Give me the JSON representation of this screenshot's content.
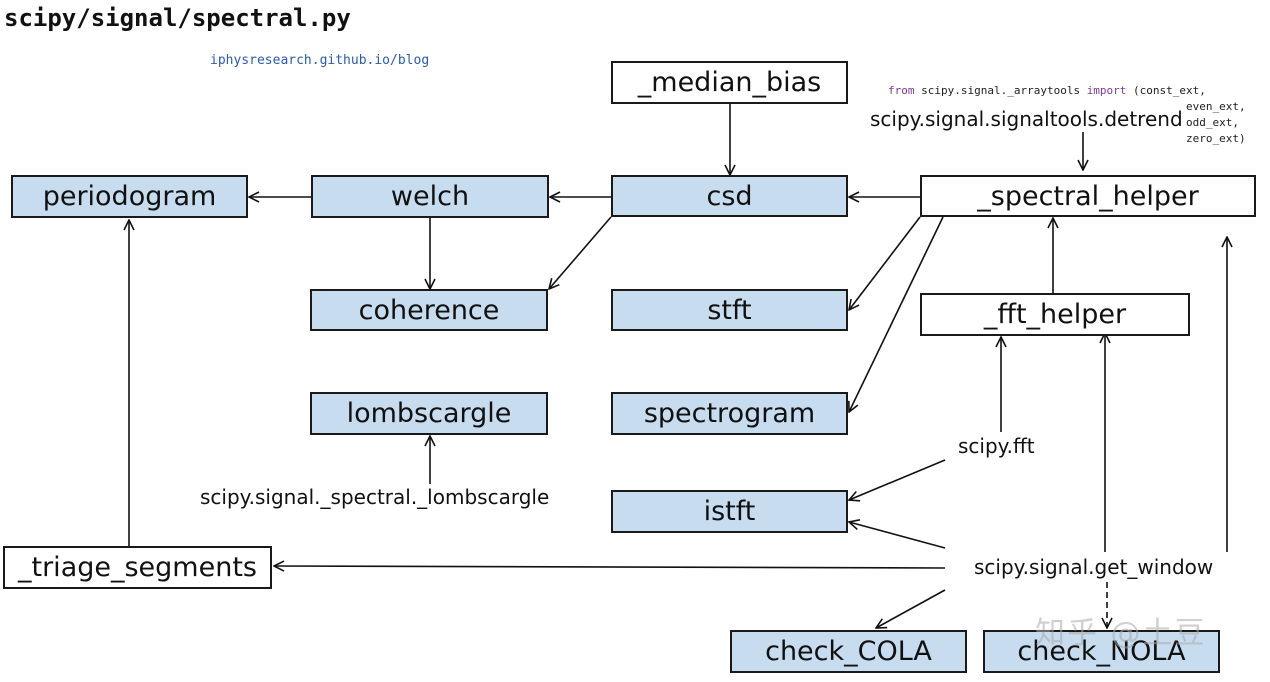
{
  "header": {
    "title": "scipy/signal/spectral.py",
    "blog_link": "iphysresearch.github.io/blog"
  },
  "nodes": {
    "median_bias": "_median_bias",
    "periodogram": "periodogram",
    "welch": "welch",
    "csd": "csd",
    "spectral_helper": "_spectral_helper",
    "coherence": "coherence",
    "stft": "stft",
    "fft_helper": "_fft_helper",
    "lombscargle": "lombscargle",
    "spectrogram": "spectrogram",
    "istft": "istft",
    "triage_segments": "_triage_segments",
    "check_cola": "check_COLA",
    "check_nola": "check_NOLA"
  },
  "labels": {
    "detrend": "scipy.signal.signaltools.detrend",
    "fft": "scipy.fft",
    "lombscargle_ext": "scipy.signal._spectral._lombscargle",
    "get_window": "scipy.signal.get_window"
  },
  "code": {
    "from_kw": "from",
    "module": " scipy.signal._arraytools ",
    "import_kw": "import",
    "first_name": " (const_ext,",
    "names": [
      "even_ext,",
      "odd_ext,",
      "zero_ext)"
    ]
  },
  "watermark": "知乎 @土豆",
  "colors": {
    "node_fill": "#c8dcf0",
    "node_border": "#1a1a1a",
    "link": "#2a5bb0",
    "keyword": "#7a3a9a"
  }
}
